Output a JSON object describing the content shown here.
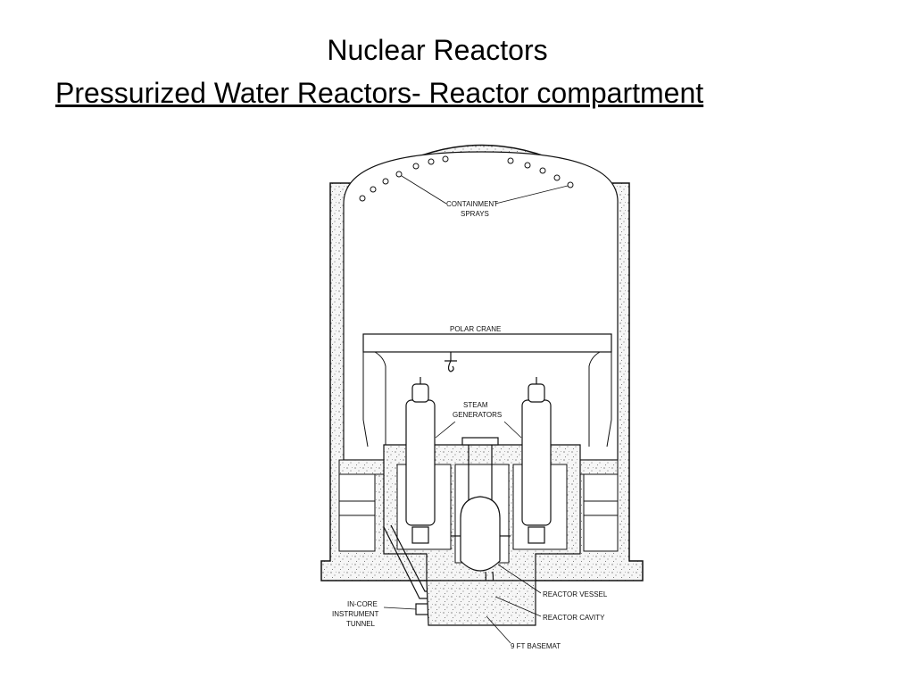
{
  "slide": {
    "title": "Nuclear Reactors",
    "subtitle": "Pressurized Water Reactors- Reactor compartment"
  },
  "diagram": {
    "labels": {
      "containment_sprays_1": "CONTAINMENT",
      "containment_sprays_2": "SPRAYS",
      "polar_crane": "POLAR CRANE",
      "steam_generators_1": "STEAM",
      "steam_generators_2": "GENERATORS",
      "in_core_1": "IN-CORE",
      "in_core_2": "INSTRUMENT",
      "in_core_3": "TUNNEL",
      "reactor_vessel": "REACTOR VESSEL",
      "reactor_cavity": "REACTOR CAVITY",
      "basemat": "9 FT BASEMAT"
    },
    "colors": {
      "line": "#111111",
      "concrete": "#f4f4f4"
    }
  }
}
